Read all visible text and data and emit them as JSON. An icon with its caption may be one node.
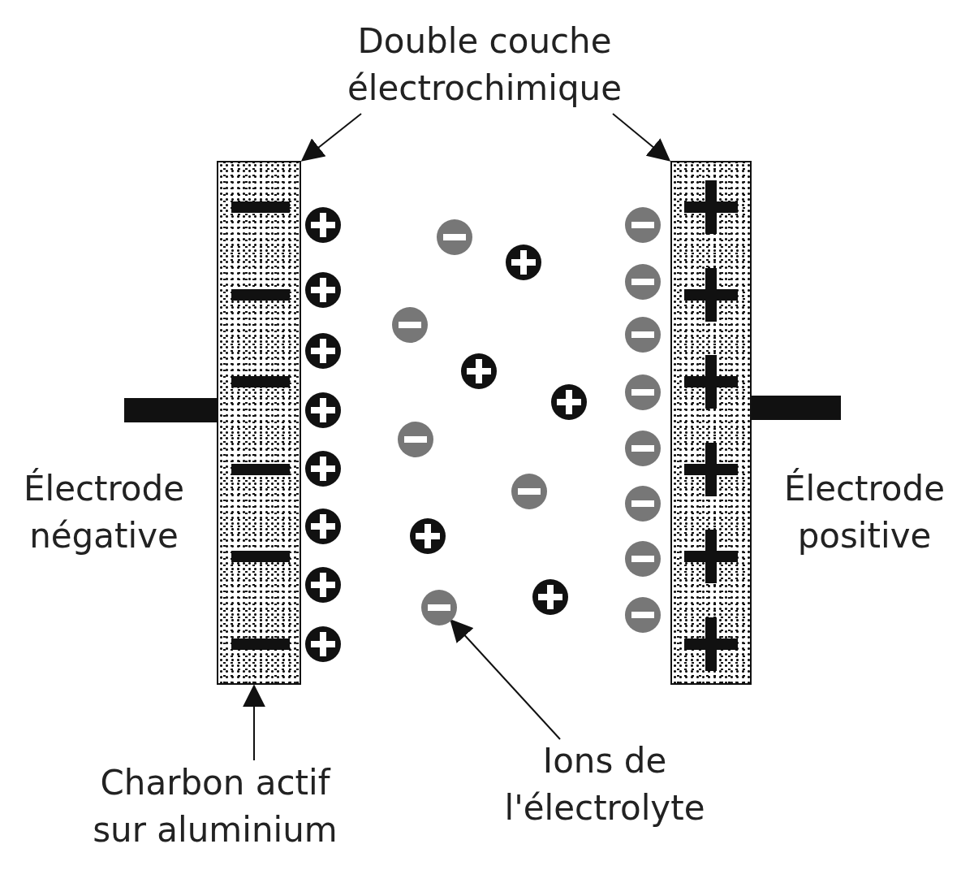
{
  "diagram": {
    "nodes": [
      {
        "text": [
          "Double couche électrochimique"
        ]
      },
      {
        "text": [],
        "shape": "box"
      },
      {
        "text": [],
        "shape": "box"
      },
      {
        "text": [
          "Charbon actif sur aluminium"
        ]
      },
      {
        "text": [
          "Ions de l'électrolyte"
        ]
      },
      {
        "text": [],
        "shape": "circle"
      },
      {
        "text": [],
        "shape": "bar"
      },
      {
        "text": [],
        "shape": "bar"
      }
    ],
    "edges": [
      {
        "from": 0,
        "to": 1,
        "arrow": "to"
      },
      {
        "from": 0,
        "to": 2,
        "arrow": "to"
      },
      {
        "from": 3,
        "to": 1,
        "arrow": "to"
      },
      {
        "from": 4,
        "to": 5,
        "arrow": "to"
      }
    ],
    "labels": [
      "Électrode négative",
      "Électrode positive"
    ]
  }
}
